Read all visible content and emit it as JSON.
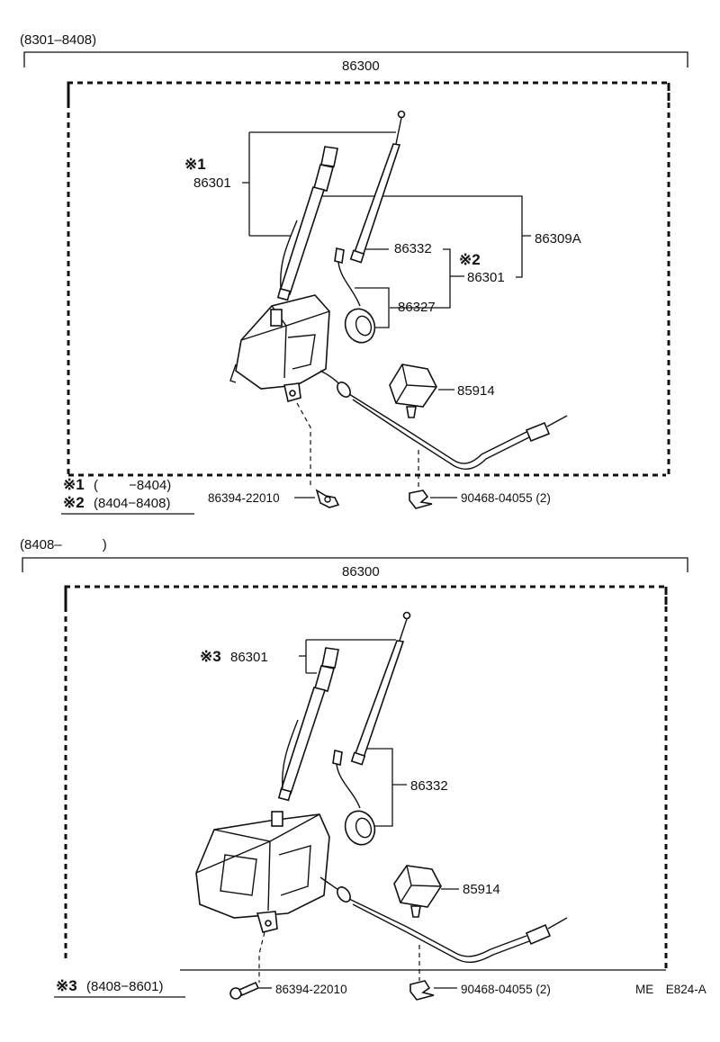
{
  "top": {
    "range_label": "(8301–8408)",
    "assembly": "86300",
    "mark1": "※1",
    "mast_tube_top": "86301",
    "assembly_sub": "86309A",
    "mast": "86332",
    "mark2": "※2",
    "mast_tube_mid": "86301",
    "cable": "86327",
    "relay": "85914",
    "bolt": "86394-22010",
    "clip": "90468-04055 (2)",
    "note1_mark": "※1",
    "note1_text": "(   −8404)",
    "note2_mark": "※2",
    "note2_text": "(8404−8408)"
  },
  "bottom": {
    "range_label": "(8408–   )",
    "assembly": "86300",
    "mark3": "※3",
    "mast_tube": "86301",
    "mast": "86332",
    "relay": "85914",
    "bolt": "86394-22010",
    "clip": "90468-04055 (2)",
    "note3_mark": "※3",
    "note3_text": "(8408−8601)",
    "ref_code": "ME E824-A"
  }
}
